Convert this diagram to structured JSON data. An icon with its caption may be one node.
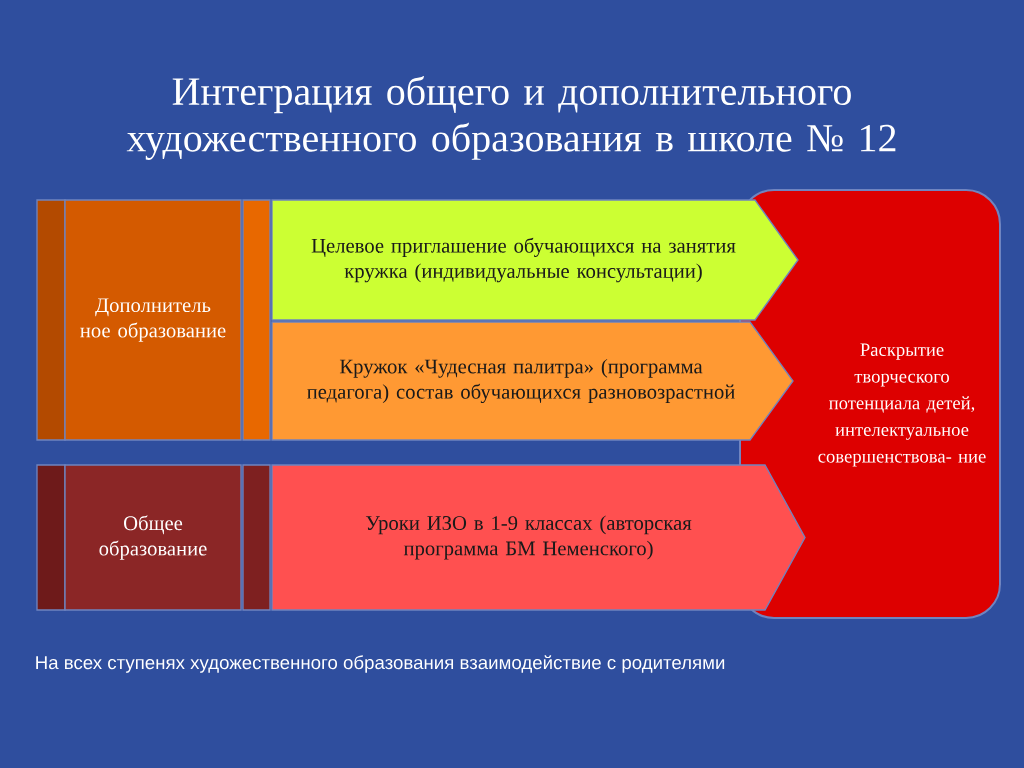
{
  "diagram": {
    "title": "Интеграция общего и дополнительного художественного образования в школе № 12",
    "nodes": [
      {
        "text": [
          "Дополнитель ное образование"
        ]
      },
      {
        "text": [
          "Целевое приглашение обучающихся на занятия кружка (индивидуальные консультации)"
        ]
      },
      {
        "text": [
          "Кружок «Чудесная палитра» (программа педагога) состав обучающихся разновозрастной"
        ]
      },
      {
        "text": [
          "Общее образование"
        ]
      },
      {
        "text": [
          "Уроки ИЗО в 1-9 классах (авторская программа БМ Неменского)"
        ]
      },
      {
        "text": [
          "Раскрытие творческого потенциала детей, интелектуальное совершенствова- ние"
        ]
      }
    ],
    "labels": [
      "На всех ступенях художественного образования взаимодействие с родителями"
    ]
  }
}
